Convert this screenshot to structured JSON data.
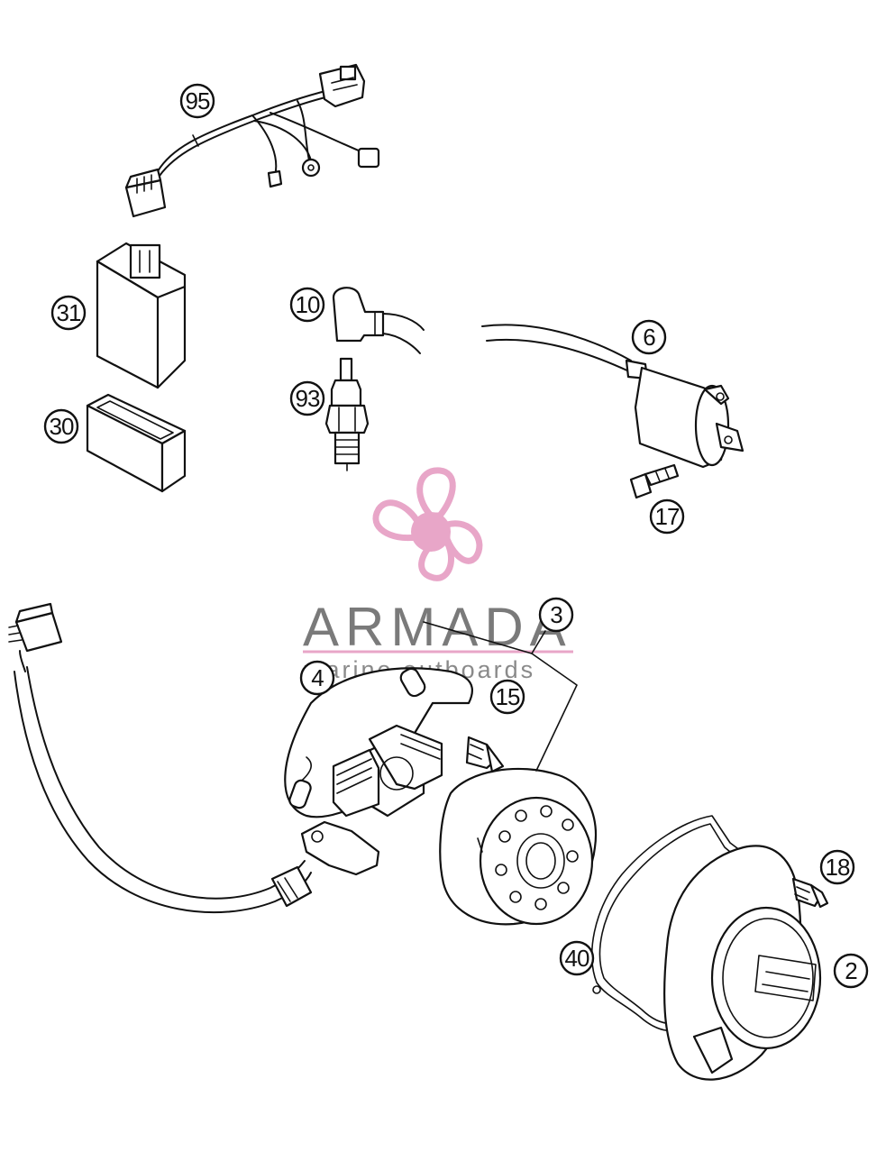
{
  "colors": {
    "line": "#111111",
    "logo_pink": "#e8a6c8",
    "logo_gray": "#7a7a7a"
  },
  "watermark": {
    "word": "ARMADA",
    "tagline": "marine outboards",
    "icon": "propeller-icon"
  },
  "callouts": [
    {
      "id": "95",
      "label": "95"
    },
    {
      "id": "31",
      "label": "31"
    },
    {
      "id": "30",
      "label": "30"
    },
    {
      "id": "10",
      "label": "10"
    },
    {
      "id": "93",
      "label": "93"
    },
    {
      "id": "6",
      "label": "6"
    },
    {
      "id": "17",
      "label": "17"
    },
    {
      "id": "3",
      "label": "3"
    },
    {
      "id": "4",
      "label": "4"
    },
    {
      "id": "15",
      "label": "15"
    },
    {
      "id": "18",
      "label": "18"
    },
    {
      "id": "40",
      "label": "40"
    },
    {
      "id": "2",
      "label": "2"
    }
  ]
}
